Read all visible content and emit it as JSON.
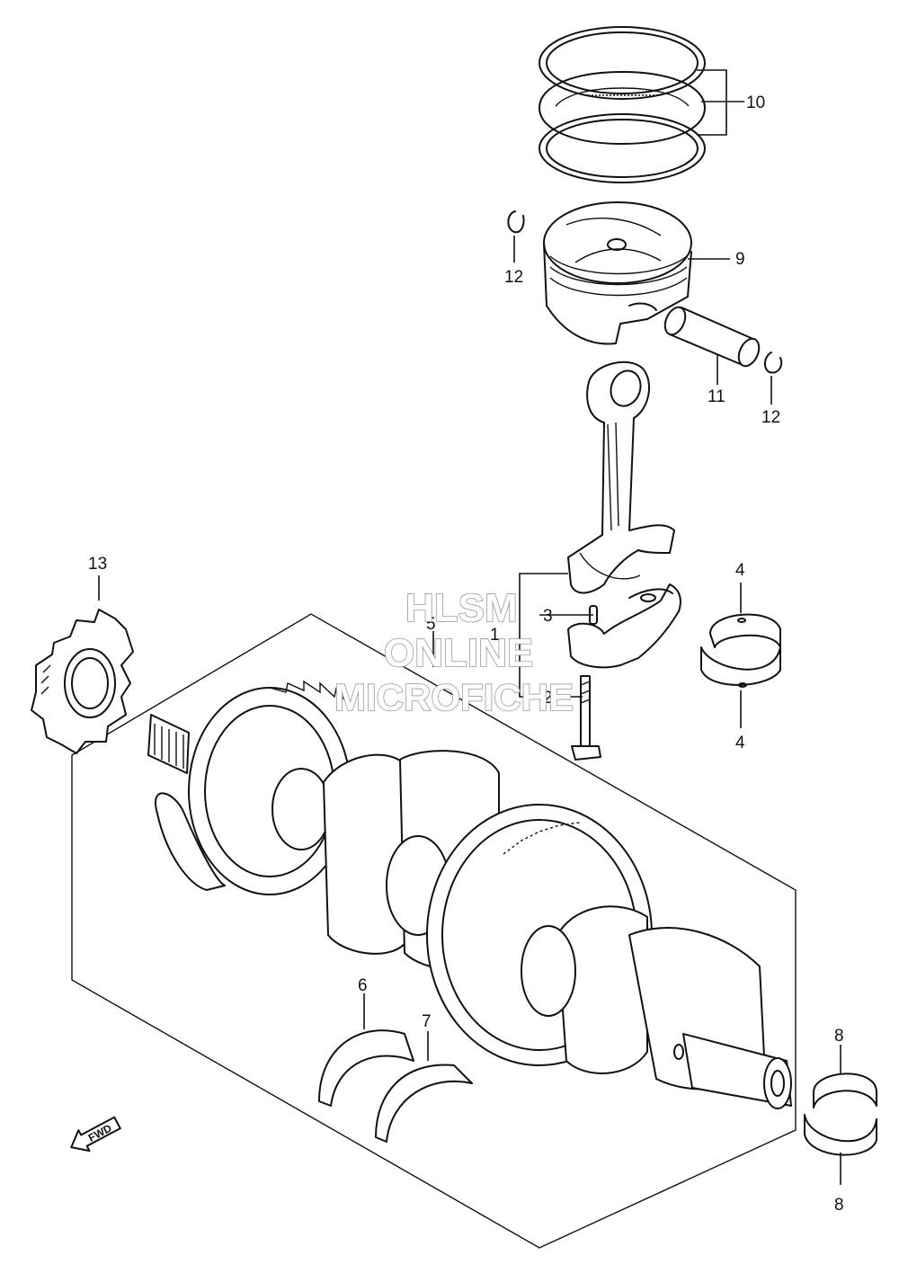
{
  "watermark": {
    "line1": "HLSM",
    "line2": "ONLINE",
    "line3": "MICROFICHE"
  },
  "direction_arrow": {
    "label": "FWD",
    "icon": "fwd-arrow-icon"
  },
  "callouts": {
    "c1": "1",
    "c2": "2",
    "c3": "3",
    "c4_top": "4",
    "c4_bottom": "4",
    "c5": "5",
    "c6": "6",
    "c7": "7",
    "c8_top": "8",
    "c8_bottom": "8",
    "c9": "9",
    "c10": "10",
    "c11": "11",
    "c12_left": "12",
    "c12_right": "12",
    "c13": "13"
  }
}
